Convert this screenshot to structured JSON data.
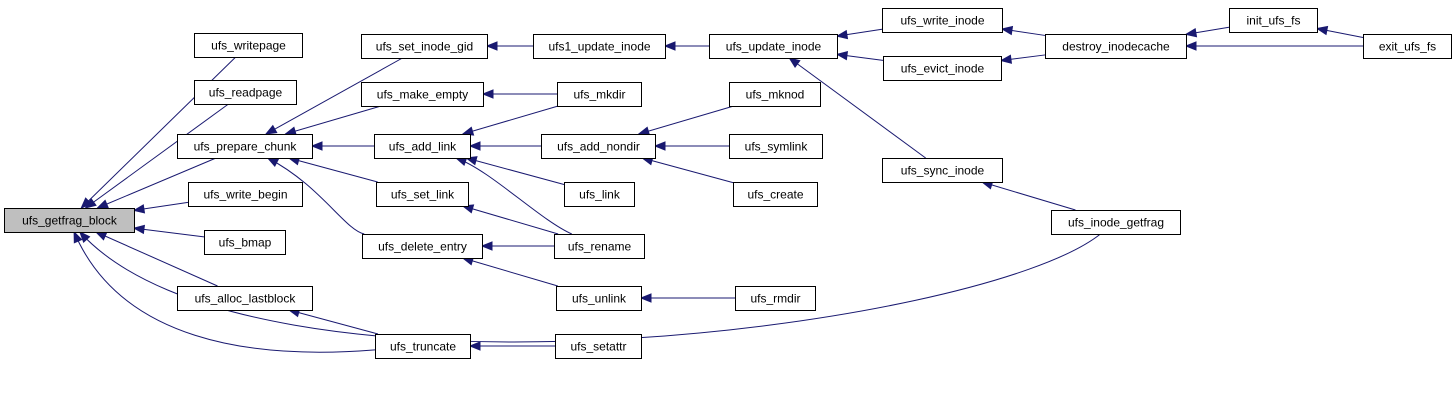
{
  "colors": {
    "edge": "#191970",
    "node_fill": "#ffffff",
    "root_fill": "#bfbfbf",
    "node_border": "#000000"
  },
  "nodes": [
    {
      "id": "getfrag_block",
      "label": "ufs_getfrag_block",
      "root": true
    },
    {
      "id": "writepage",
      "label": "ufs_writepage"
    },
    {
      "id": "readpage",
      "label": "ufs_readpage"
    },
    {
      "id": "prepare_chunk",
      "label": "ufs_prepare_chunk"
    },
    {
      "id": "write_begin",
      "label": "ufs_write_begin"
    },
    {
      "id": "bmap",
      "label": "ufs_bmap"
    },
    {
      "id": "alloc_lastblock",
      "label": "ufs_alloc_lastblock"
    },
    {
      "id": "set_inode_gid",
      "label": "ufs_set_inode_gid"
    },
    {
      "id": "make_empty",
      "label": "ufs_make_empty"
    },
    {
      "id": "add_link",
      "label": "ufs_add_link"
    },
    {
      "id": "set_link",
      "label": "ufs_set_link"
    },
    {
      "id": "delete_entry",
      "label": "ufs_delete_entry"
    },
    {
      "id": "truncate",
      "label": "ufs_truncate"
    },
    {
      "id": "ufs1_update_inode",
      "label": "ufs1_update_inode"
    },
    {
      "id": "mkdir",
      "label": "ufs_mkdir"
    },
    {
      "id": "add_nondir",
      "label": "ufs_add_nondir"
    },
    {
      "id": "link",
      "label": "ufs_link"
    },
    {
      "id": "rename",
      "label": "ufs_rename"
    },
    {
      "id": "unlink",
      "label": "ufs_unlink"
    },
    {
      "id": "setattr",
      "label": "ufs_setattr"
    },
    {
      "id": "update_inode",
      "label": "ufs_update_inode"
    },
    {
      "id": "mknod",
      "label": "ufs_mknod"
    },
    {
      "id": "symlink",
      "label": "ufs_symlink"
    },
    {
      "id": "create",
      "label": "ufs_create"
    },
    {
      "id": "rmdir",
      "label": "ufs_rmdir"
    },
    {
      "id": "write_inode",
      "label": "ufs_write_inode"
    },
    {
      "id": "evict_inode",
      "label": "ufs_evict_inode"
    },
    {
      "id": "sync_inode",
      "label": "ufs_sync_inode"
    },
    {
      "id": "destroy_inodecache",
      "label": "destroy_inodecache"
    },
    {
      "id": "inode_getfrag",
      "label": "ufs_inode_getfrag"
    },
    {
      "id": "init_ufs_fs",
      "label": "init_ufs_fs"
    },
    {
      "id": "exit_ufs_fs",
      "label": "exit_ufs_fs"
    }
  ],
  "edges": [
    {
      "from": "writepage",
      "to": "getfrag_block"
    },
    {
      "from": "readpage",
      "to": "getfrag_block"
    },
    {
      "from": "prepare_chunk",
      "to": "getfrag_block"
    },
    {
      "from": "write_begin",
      "to": "getfrag_block"
    },
    {
      "from": "bmap",
      "to": "getfrag_block"
    },
    {
      "from": "alloc_lastblock",
      "to": "getfrag_block"
    },
    {
      "from": "truncate",
      "to": "getfrag_block"
    },
    {
      "from": "inode_getfrag",
      "to": "getfrag_block"
    },
    {
      "from": "set_inode_gid",
      "to": "prepare_chunk"
    },
    {
      "from": "make_empty",
      "to": "prepare_chunk"
    },
    {
      "from": "add_link",
      "to": "prepare_chunk"
    },
    {
      "from": "set_link",
      "to": "prepare_chunk"
    },
    {
      "from": "delete_entry",
      "to": "prepare_chunk"
    },
    {
      "from": "truncate",
      "to": "alloc_lastblock"
    },
    {
      "from": "ufs1_update_inode",
      "to": "set_inode_gid"
    },
    {
      "from": "mkdir",
      "to": "make_empty"
    },
    {
      "from": "mkdir",
      "to": "add_link"
    },
    {
      "from": "add_nondir",
      "to": "add_link"
    },
    {
      "from": "link",
      "to": "add_link"
    },
    {
      "from": "rename",
      "to": "add_link"
    },
    {
      "from": "rename",
      "to": "set_link"
    },
    {
      "from": "rename",
      "to": "delete_entry"
    },
    {
      "from": "unlink",
      "to": "delete_entry"
    },
    {
      "from": "setattr",
      "to": "truncate"
    },
    {
      "from": "update_inode",
      "to": "ufs1_update_inode"
    },
    {
      "from": "mknod",
      "to": "add_nondir"
    },
    {
      "from": "symlink",
      "to": "add_nondir"
    },
    {
      "from": "create",
      "to": "add_nondir"
    },
    {
      "from": "rmdir",
      "to": "unlink"
    },
    {
      "from": "write_inode",
      "to": "update_inode"
    },
    {
      "from": "evict_inode",
      "to": "update_inode"
    },
    {
      "from": "sync_inode",
      "to": "update_inode"
    },
    {
      "from": "destroy_inodecache",
      "to": "write_inode"
    },
    {
      "from": "destroy_inodecache",
      "to": "evict_inode"
    },
    {
      "from": "inode_getfrag",
      "to": "sync_inode"
    },
    {
      "from": "init_ufs_fs",
      "to": "destroy_inodecache"
    },
    {
      "from": "exit_ufs_fs",
      "to": "destroy_inodecache"
    },
    {
      "from": "exit_ufs_fs",
      "to": "init_ufs_fs"
    }
  ]
}
